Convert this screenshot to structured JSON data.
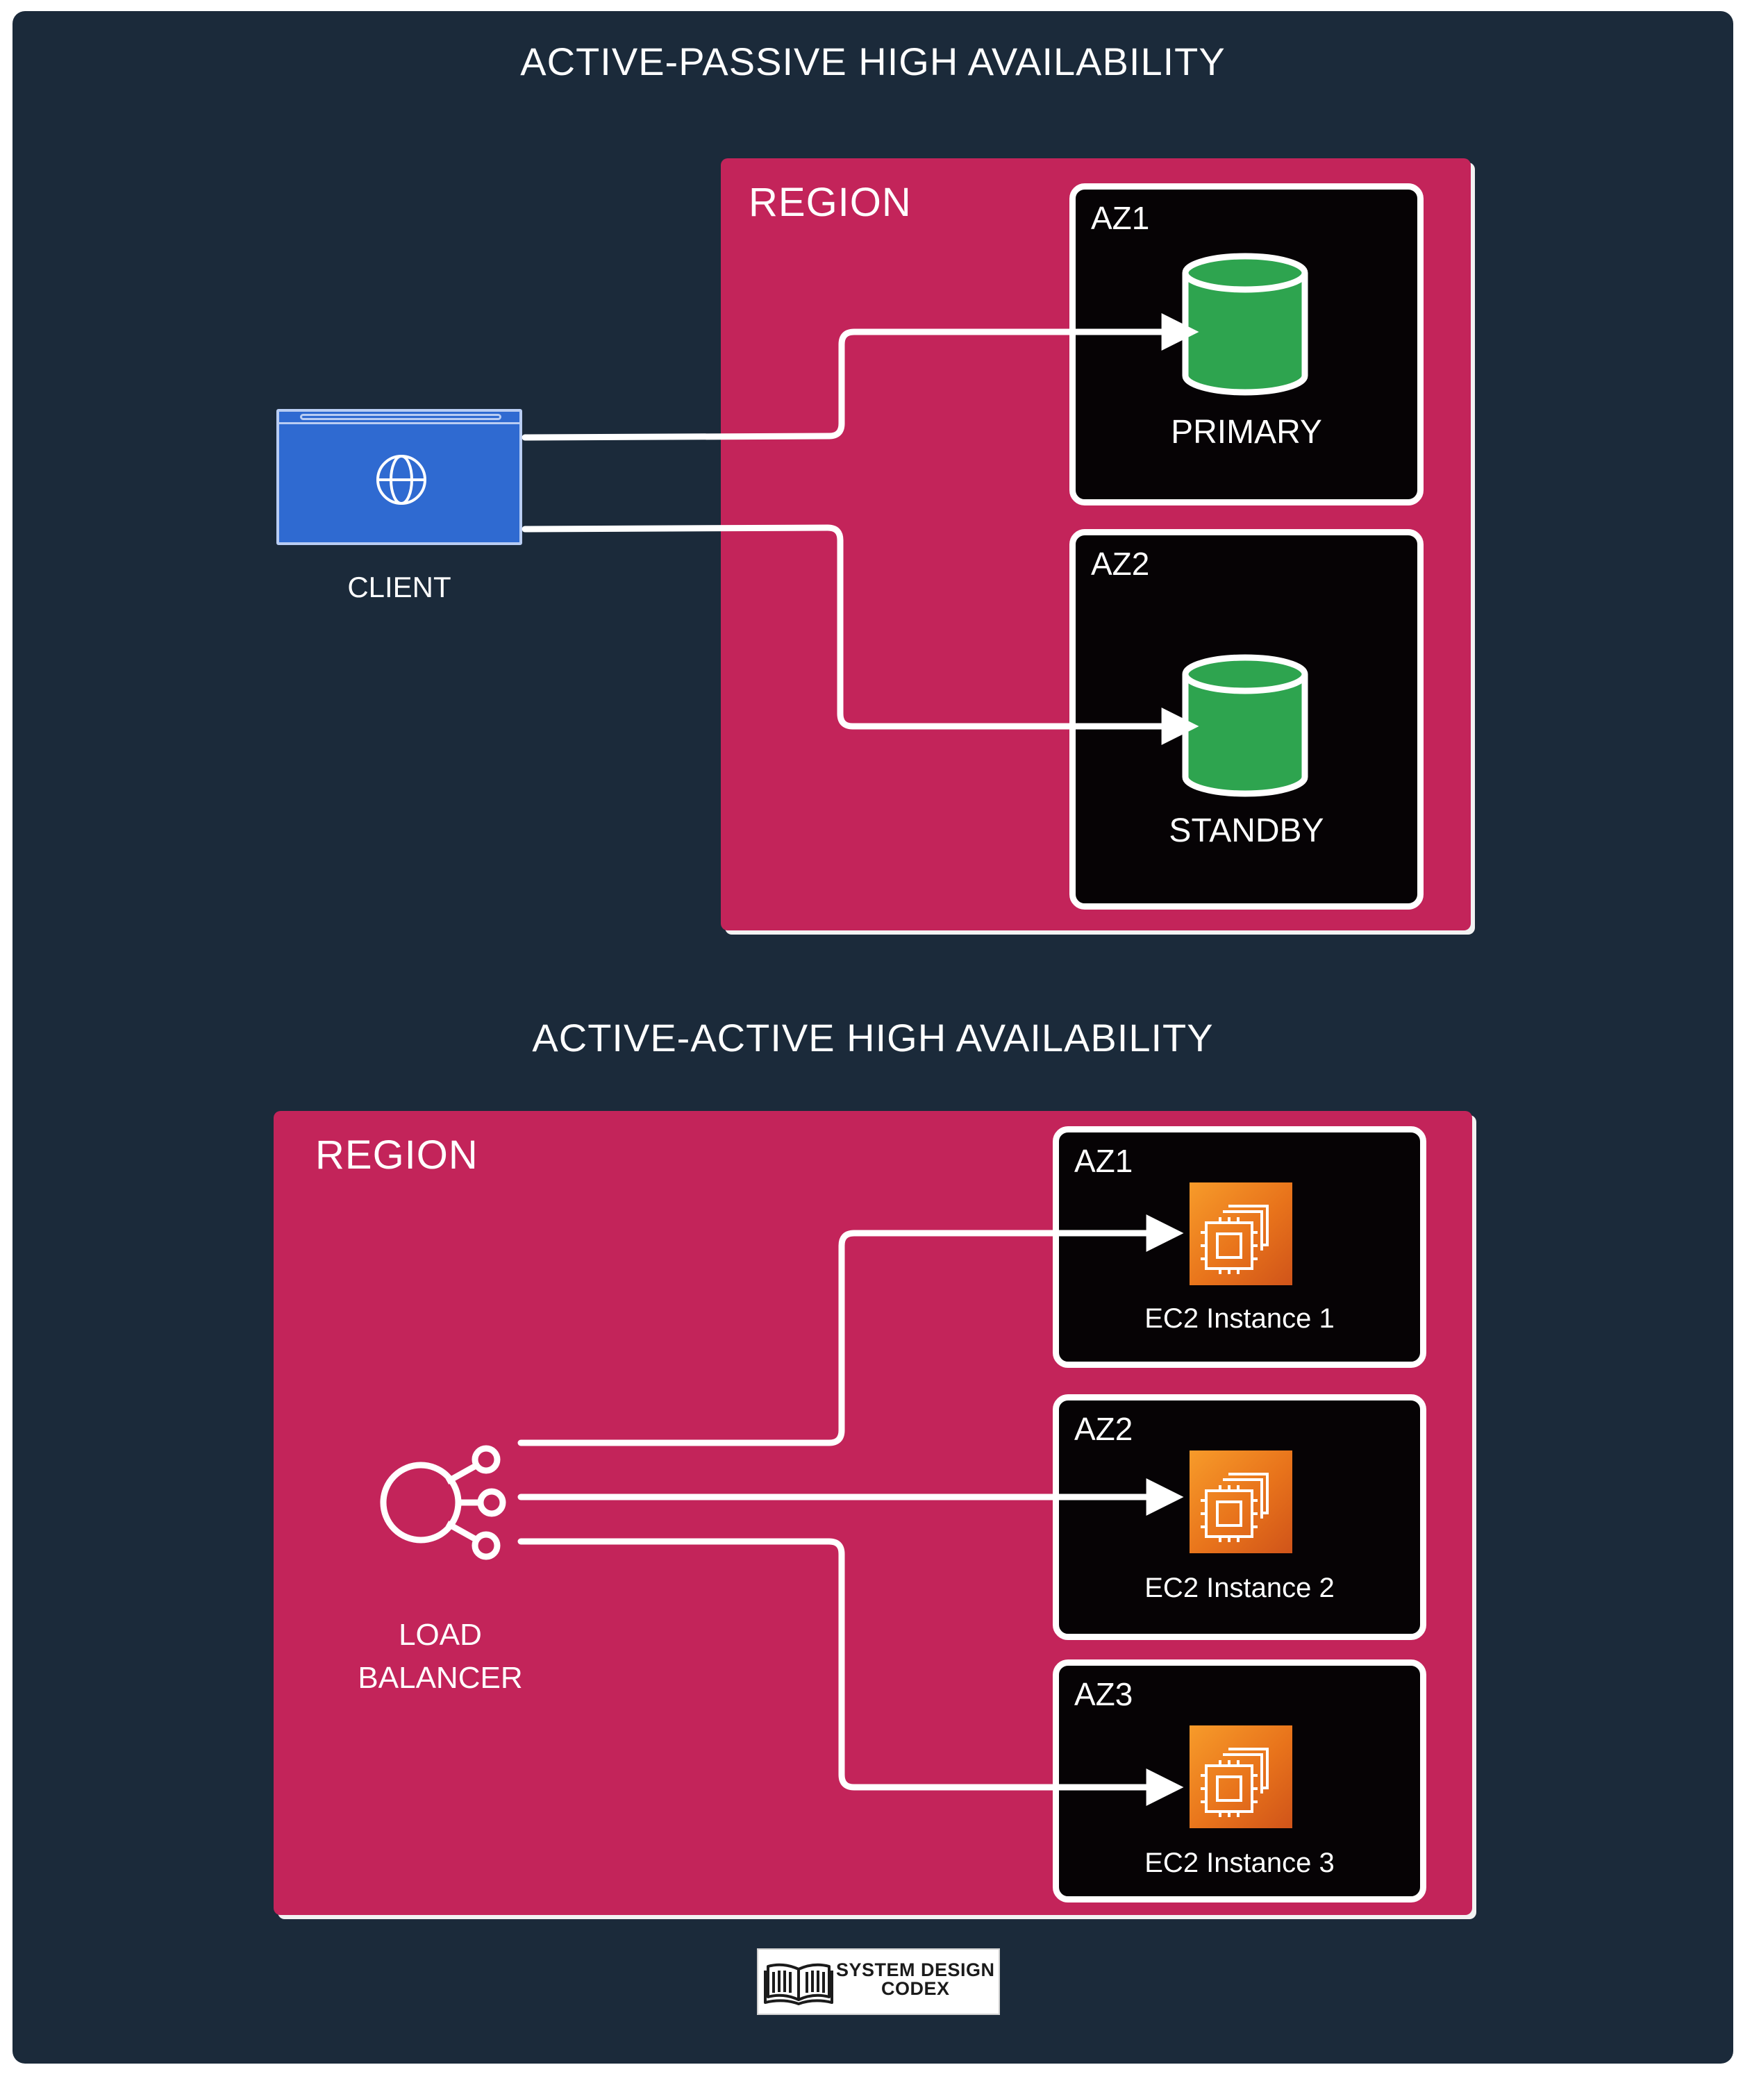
{
  "titles": {
    "active_passive": "ACTIVE-PASSIVE HIGH AVAILABILITY",
    "active_active": "ACTIVE-ACTIVE HIGH AVAILABILITY"
  },
  "active_passive": {
    "region_label": "REGION",
    "client": {
      "label": "CLIENT",
      "icon": "globe-icon"
    },
    "zones": [
      {
        "label": "AZ1",
        "node": "PRIMARY",
        "icon": "database-icon"
      },
      {
        "label": "AZ2",
        "node": "STANDBY",
        "icon": "database-icon"
      }
    ]
  },
  "active_active": {
    "region_label": "REGION",
    "load_balancer": {
      "label_line1": "LOAD",
      "label_line2": "BALANCER",
      "icon": "load-balancer-icon"
    },
    "zones": [
      {
        "label": "AZ1",
        "node": "EC2 Instance 1",
        "icon": "ec2-chip-icon"
      },
      {
        "label": "AZ2",
        "node": "EC2 Instance 2",
        "icon": "ec2-chip-icon"
      },
      {
        "label": "AZ3",
        "node": "EC2 Instance 3",
        "icon": "ec2-chip-icon"
      }
    ]
  },
  "logo": {
    "line1": "SYSTEM DESIGN",
    "line2": "CODEX",
    "icon": "open-book-icon"
  },
  "colors": {
    "background": "#1b2a3a",
    "region": "#c3245a",
    "zone": "#060305",
    "database": "#2ea44f",
    "ec2": "#e8731b",
    "client": "#2f6ad1",
    "connector": "#ffffff"
  }
}
